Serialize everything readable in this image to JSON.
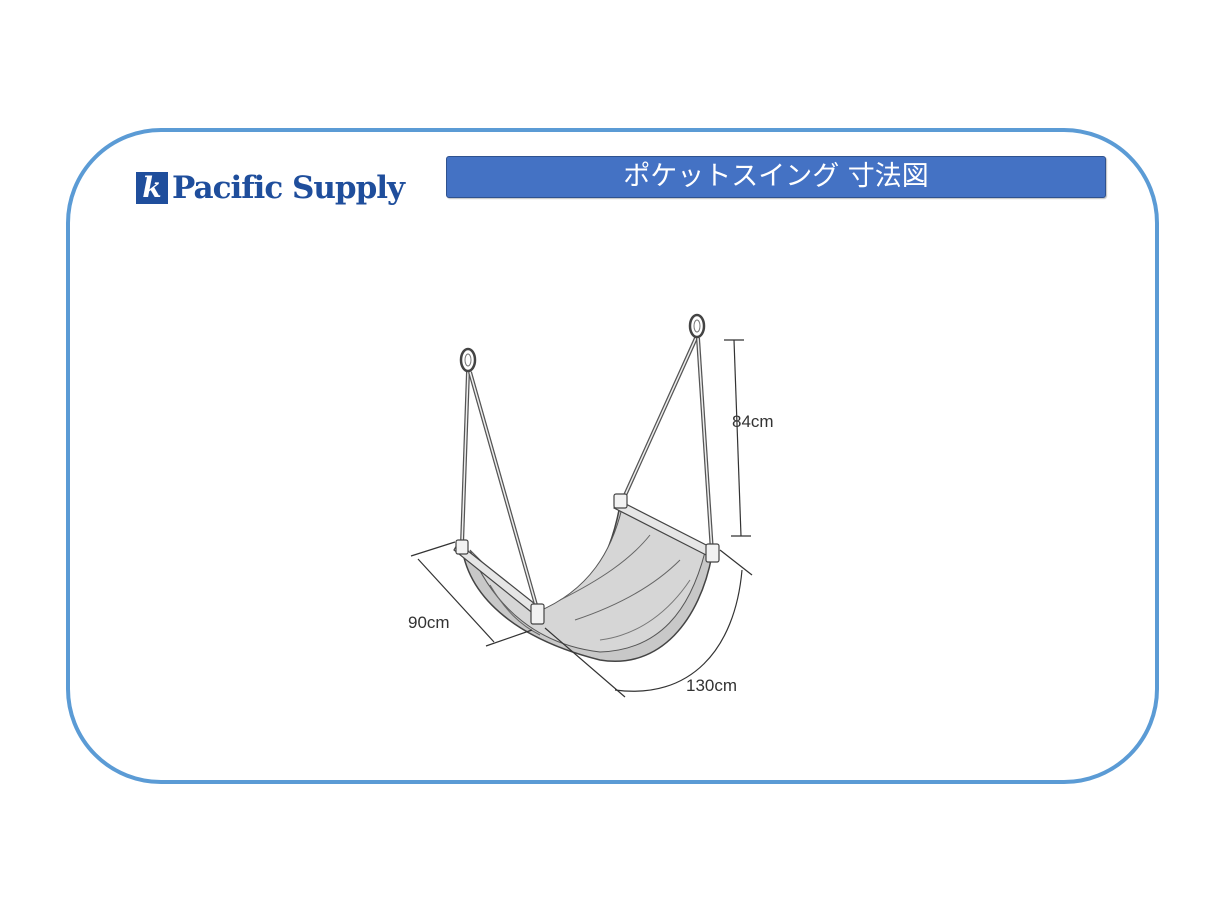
{
  "brand": {
    "logo_mark": "k",
    "name": "Pacific Supply",
    "color": "#1f4e9c"
  },
  "header": {
    "title": "ポケットスイング 寸法図",
    "bar_color": "#4472c4"
  },
  "frame": {
    "border_color": "#5b9bd5"
  },
  "diagram": {
    "dimensions": {
      "height": "84cm",
      "width": "90cm",
      "length": "130cm"
    },
    "fabric_color": "#c8c8c8"
  }
}
